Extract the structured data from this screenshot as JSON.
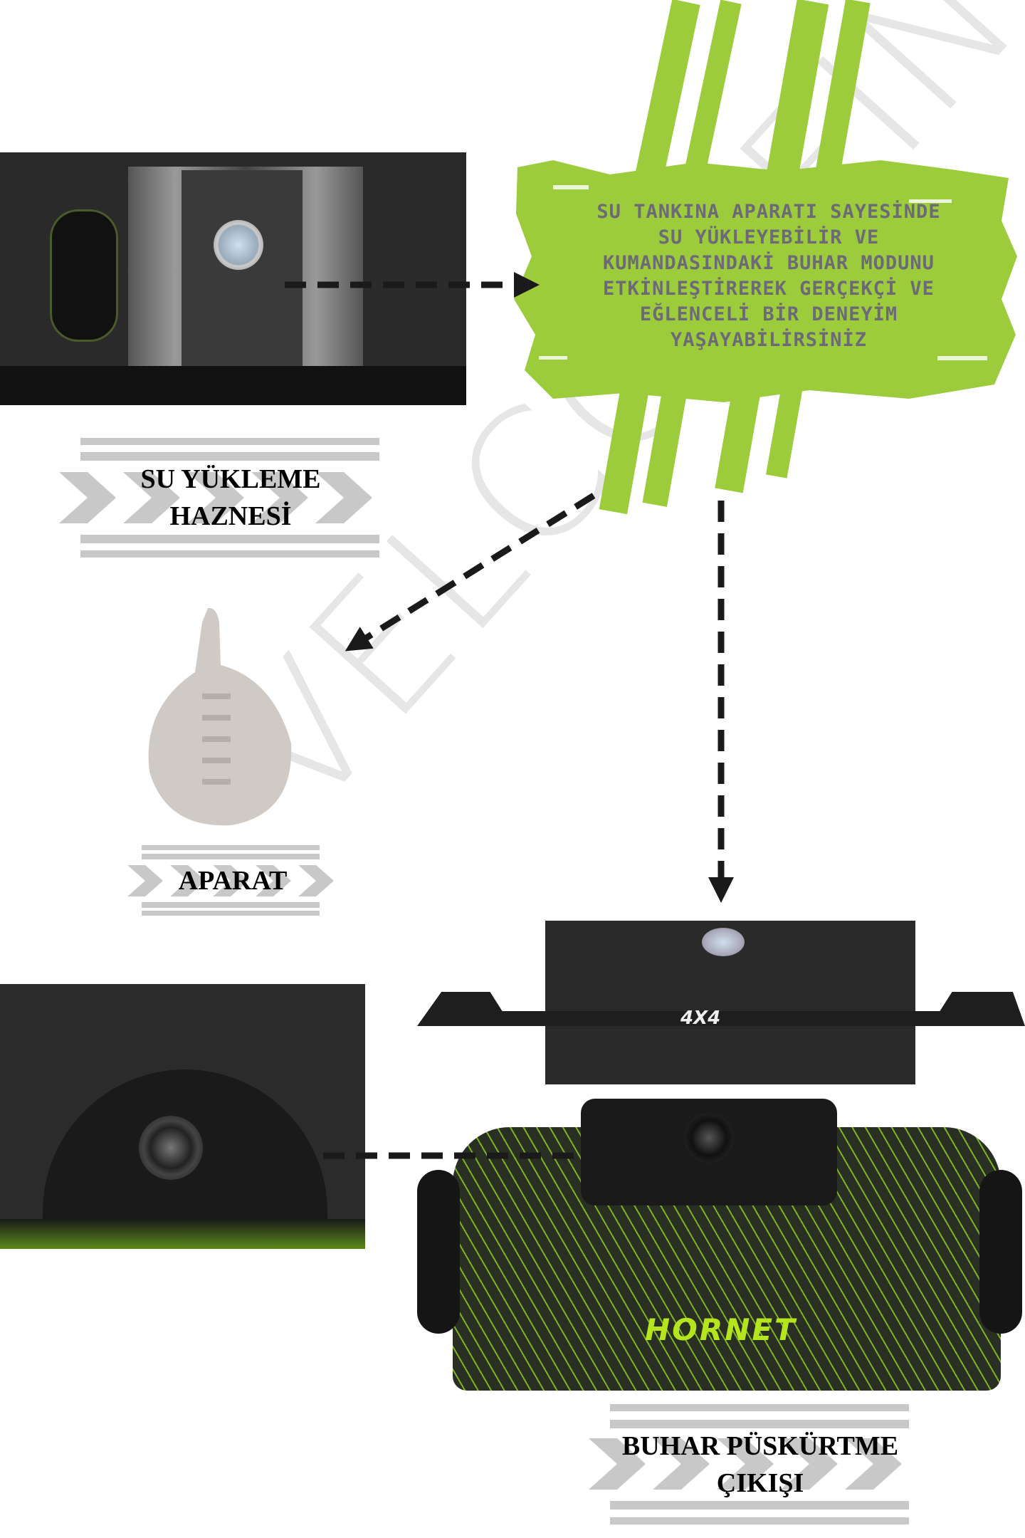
{
  "callout": {
    "lines": [
      "SU TANKINA APARATI SAYESİNDE",
      "SU YÜKLEYEBİLİR VE",
      "KUMANDASINDAKİ BUHAR MODUNU",
      "ETKİNLEŞTİREREK GERÇEKÇİ VE",
      "EĞLENCELİ BİR DENEYİM",
      "YAŞAYABİLİRSİNİZ"
    ],
    "color": "#9ccb3b",
    "text_color": "#6d6a78"
  },
  "labels": {
    "water_tank": [
      "SU YÜKLEME",
      "HAZNESİ"
    ],
    "apparatus": "APARAT",
    "steam_outlet": [
      "BUHAR PÜSKÜRTME",
      "ÇIKIŞI"
    ]
  },
  "car": {
    "brand": "HORNET",
    "badge": "4X4"
  },
  "watermark": "VELCOMEIN"
}
